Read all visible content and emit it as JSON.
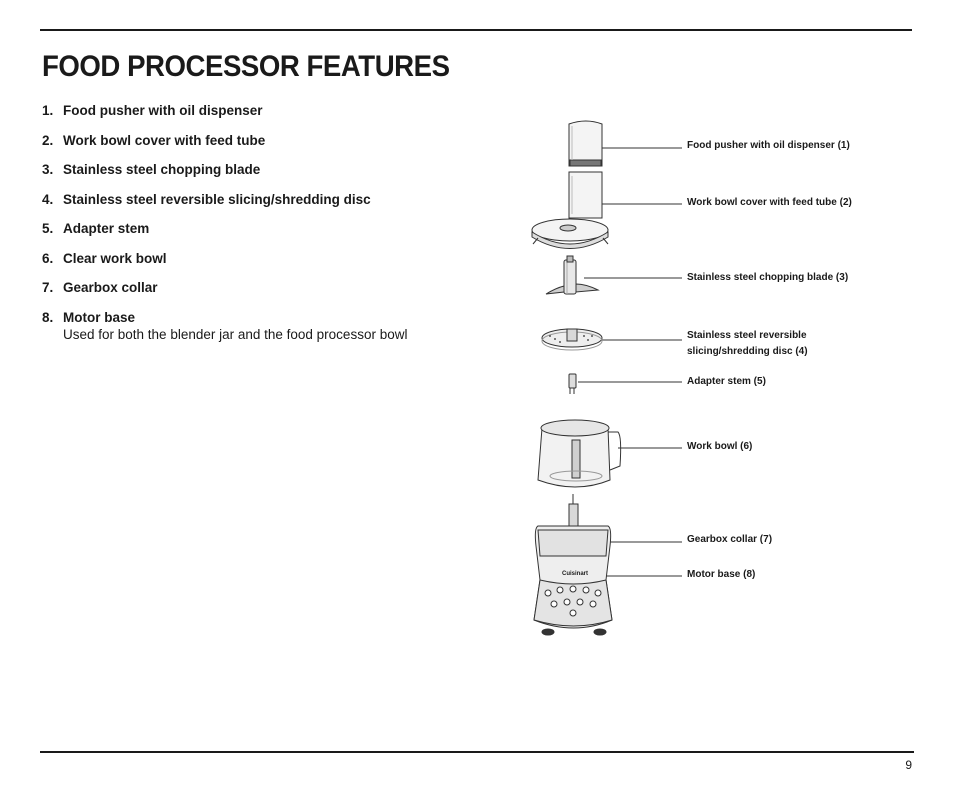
{
  "title": "FOOD PROCESSOR FEATURES",
  "features": [
    {
      "num": "1.",
      "label": "Food pusher with oil dispenser"
    },
    {
      "num": "2.",
      "label": "Work bowl cover with feed tube"
    },
    {
      "num": "3.",
      "label": "Stainless steel chopping blade"
    },
    {
      "num": "4.",
      "label": "Stainless steel reversible slicing/shredding disc"
    },
    {
      "num": "5.",
      "label": "Adapter stem"
    },
    {
      "num": "6.",
      "label": "Clear work bowl"
    },
    {
      "num": "7.",
      "label": "Gearbox collar"
    },
    {
      "num": "8.",
      "label": "Motor base",
      "sub": "Used for both the blender jar and the food processor bowl"
    }
  ],
  "callouts": {
    "pusher": "Food pusher with oil dispenser (1)",
    "cover": "Work bowl cover with feed tube (2)",
    "blade": "Stainless steel chopping blade (3)",
    "disc_line1": "Stainless steel reversible",
    "disc_line2": "slicing/shredding disc (4)",
    "stem": "Adapter stem (5)",
    "bowl": "Work bowl (6)",
    "collar": "Gearbox collar (7)",
    "base": "Motor base (8)"
  },
  "brand_logo": "Cuisinart",
  "page_number": "9"
}
